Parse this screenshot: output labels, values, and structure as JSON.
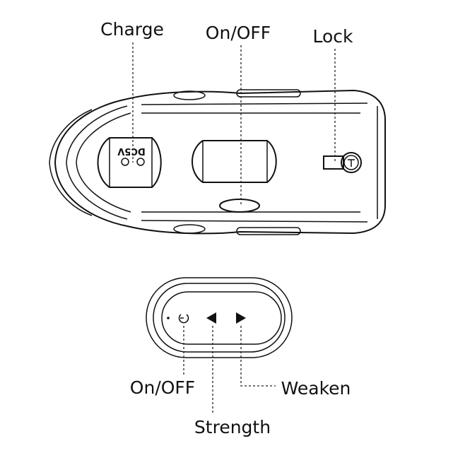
{
  "device": {
    "labels": {
      "charge": "Charge",
      "on_off": "On/OFF",
      "lock": "Lock"
    },
    "port_text": "DC5V"
  },
  "remote": {
    "labels": {
      "on_off": "On/OFF",
      "weaken": "Weaken",
      "strength": "Strength"
    }
  }
}
